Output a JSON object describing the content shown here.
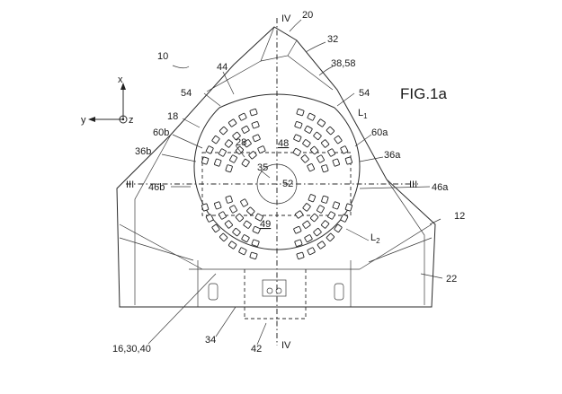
{
  "figure_label": "FIG.1a",
  "axes": {
    "x": "x",
    "y": "y",
    "z": "z"
  },
  "section_marks": {
    "top": "IV",
    "bottom": "IV",
    "left": "III",
    "right": "III"
  },
  "labels": {
    "l10": "10",
    "l20": "20",
    "l32": "32",
    "l3858": "38,58",
    "l44": "44",
    "l54a": "54",
    "l54b": "54",
    "lL1": "L",
    "l18": "18",
    "l60b": "60b",
    "l60a": "60a",
    "l28": "28",
    "l48": "48",
    "l36b": "36b",
    "l36a": "36a",
    "l35": "35",
    "l52": "52",
    "l46b": "46b",
    "l46a": "46a",
    "l12": "12",
    "l49": "49",
    "lL2": "L",
    "l22": "22",
    "l163040": "16,30,40",
    "l34": "34",
    "l42": "42"
  },
  "subscripts": {
    "L1": "1",
    "L2": "2"
  }
}
